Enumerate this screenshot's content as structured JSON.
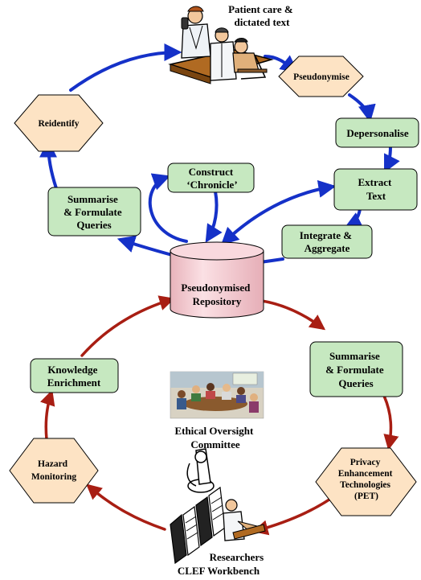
{
  "nodes": {
    "patient_care": [
      "Patient care &",
      "dictated text"
    ],
    "pseudonymise": [
      "Pseudonymise"
    ],
    "depersonalise": [
      "Depersonalise"
    ],
    "extract_text": [
      "Extract",
      "Text"
    ],
    "integrate": [
      "Integrate &",
      "Aggregate"
    ],
    "construct": [
      "Construct",
      "‘Chronicle’"
    ],
    "summarise_top": [
      "Summarise",
      "& Formulate",
      "Queries"
    ],
    "reidentify": [
      "Reidentify"
    ],
    "repository": [
      "Pseudonymised",
      "Repository"
    ],
    "summarise_bottom": [
      "Summarise",
      "& Formulate",
      "Queries"
    ],
    "knowledge": [
      "Knowledge",
      "Enrichment"
    ],
    "ethical": [
      "Ethical Oversight",
      "Committee"
    ],
    "hazard": [
      "Hazard",
      "Monitoring"
    ],
    "pet": [
      "Privacy",
      "Enhancement",
      "Technologies",
      "(PET)"
    ],
    "researchers": [
      "Researchers",
      "CLEF Workbench"
    ]
  },
  "colors": {
    "green_box": "#c6e8c0",
    "hexagon": "#fde3c4",
    "cylinder": "#f6ced3",
    "blue_arrow": "#1531c8",
    "red_arrow": "#a81e13"
  },
  "icons": {
    "patient_care": "doctor-clinic-illustration",
    "ethical": "committee-meeting-photo",
    "researchers": "researchers-lab-illustration"
  }
}
